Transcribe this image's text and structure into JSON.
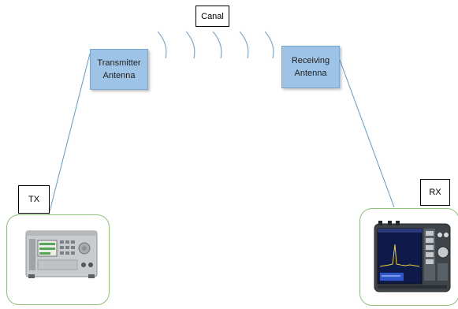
{
  "diagram": {
    "channel_label": "Canal",
    "transmitter": {
      "line1": "Transmitter",
      "line2": "Antenna"
    },
    "receiver": {
      "line1": "Receiving",
      "line2": "Antenna"
    },
    "tx_label": "TX",
    "rx_label": "RX",
    "devices": {
      "tx_device": "signal-generator-image",
      "rx_device": "spectrum-analyzer-image"
    },
    "colors": {
      "antenna_fill": "#9dc3e6",
      "link_line": "#5b9bd5",
      "device_frame": "#8fc27a",
      "wave": "#7ea6d6"
    }
  }
}
